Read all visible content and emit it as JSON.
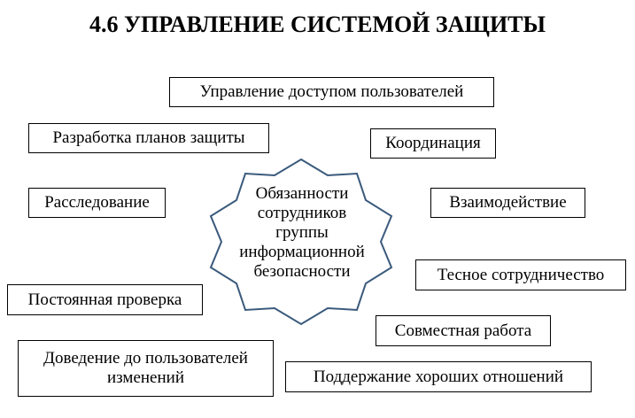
{
  "title": "4.6 УПРАВЛЕНИЕ СИСТЕМОЙ ЗАЩИТЫ",
  "center": {
    "lines": [
      "Обязанности",
      "сотрудников",
      "группы",
      "информационной",
      "безопасности"
    ]
  },
  "boxes": {
    "access_management": "Управление доступом пользователей",
    "protection_plans": "Разработка планов защиты",
    "coordination": "Координация",
    "investigation": "Расследование",
    "interaction": "Взаимодействие",
    "close_cooperation": "Тесное сотрудничество",
    "constant_check": "Постоянная проверка",
    "joint_work": "Совместная работа",
    "notify_line1": "Доведение до пользователей",
    "notify_line2": "изменений",
    "good_relations": "Поддержание хороших отношений"
  },
  "colors": {
    "star_stroke": "#3a5a7c"
  }
}
